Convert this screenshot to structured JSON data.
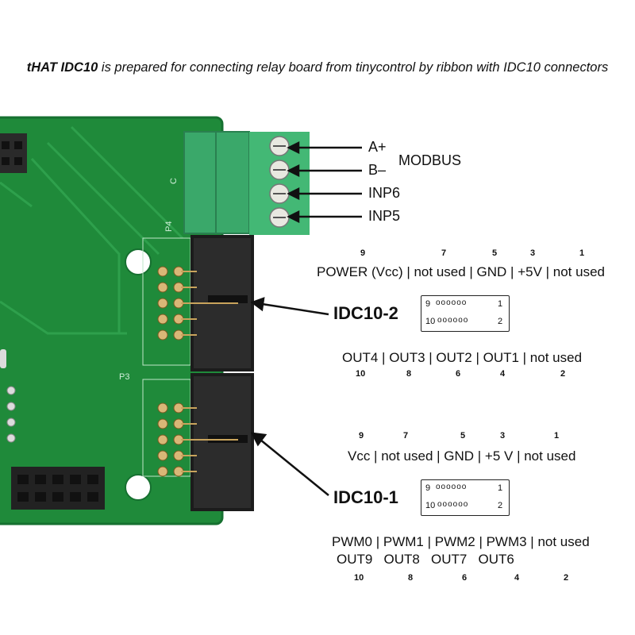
{
  "title": {
    "bold": "tHAT IDC10",
    "rest": " is prepared for connecting relay board from tinycontrol by ribbon with IDC10 connectors"
  },
  "terminal_labels": [
    "A+",
    "B–",
    "INP6",
    "INP5"
  ],
  "modbus_label": "MODBUS",
  "silk": {
    "p3": "P3",
    "p4": "P4",
    "c": "C"
  },
  "idc2": {
    "name": "IDC10-2",
    "top_pin_numbers": [
      "9",
      "7",
      "5",
      "3",
      "1"
    ],
    "top_row": "POWER (Vcc) | not used | GND | +5V | not used",
    "connector_top": {
      "left": "9",
      "dots": "oooooo",
      "right": "1"
    },
    "connector_bottom": {
      "left": "10",
      "dots": "oooooo",
      "right": "2"
    },
    "bottom_row": "OUT4 | OUT3 | OUT2 | OUT1 | not used",
    "bottom_pin_numbers": [
      "10",
      "8",
      "6",
      "4",
      "2"
    ]
  },
  "idc1": {
    "name": "IDC10-1",
    "top_pin_numbers": [
      "9",
      "7",
      "5",
      "3",
      "1"
    ],
    "top_row": "Vcc | not used | GND | +5 V | not used",
    "connector_top": {
      "left": "9",
      "dots": "oooooo",
      "right": "1"
    },
    "connector_bottom": {
      "left": "10",
      "dots": "oooooo",
      "right": "2"
    },
    "bottom_row1": "PWM0 | PWM1 | PWM2 | PWM3 | not used",
    "bottom_row2": "OUT9   OUT8   OUT7   OUT6",
    "bottom_pin_numbers": [
      "10",
      "8",
      "6",
      "4",
      "2"
    ]
  }
}
